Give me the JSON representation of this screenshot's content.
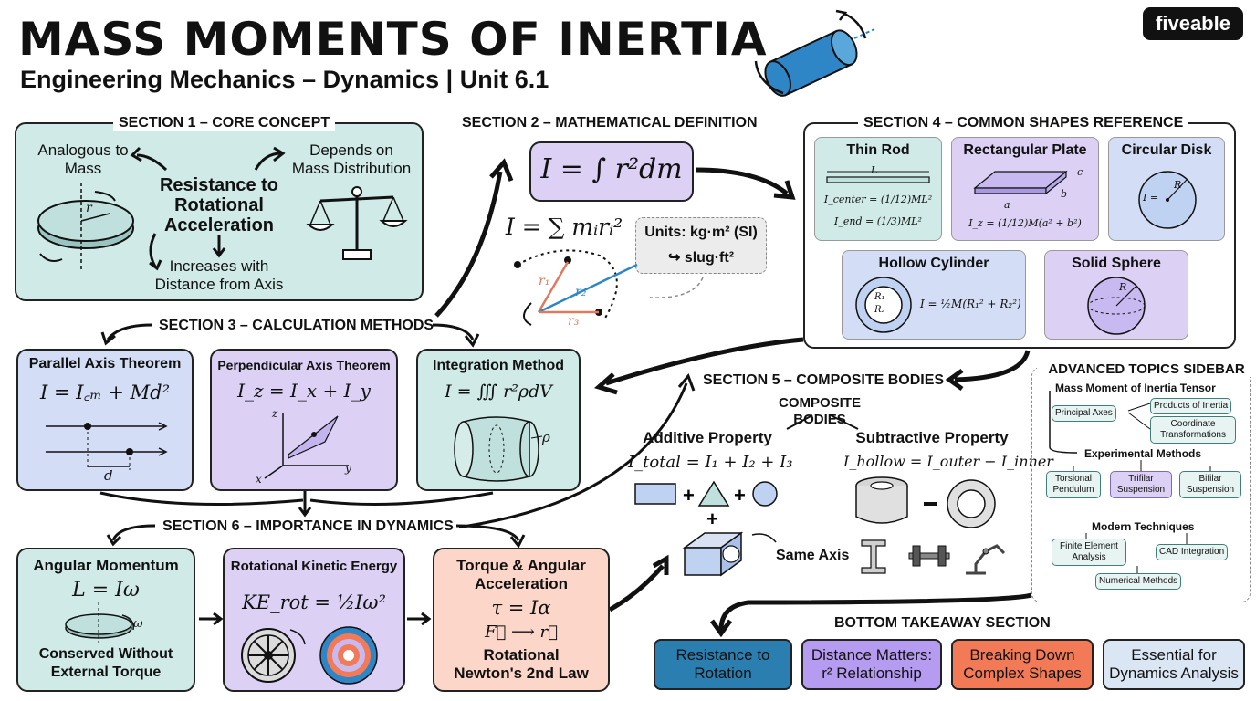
{
  "header": {
    "title": "MASS MOMENTS OF INERTIA",
    "subtitle": "Engineering Mechanics – Dynamics | Unit 6.1",
    "logo": "fiveable"
  },
  "section1": {
    "label": "SECTION 1 – CORE CONCEPT",
    "analogous_line1": "Analogous to",
    "analogous_line2": "Mass",
    "depends_line1": "Depends on",
    "depends_line2": "Mass Distribution",
    "center_line1": "Resistance to",
    "center_line2": "Rotational",
    "center_line3": "Acceleration",
    "increases_line1": "Increases with",
    "increases_line2": "Distance from Axis",
    "r_label": "r"
  },
  "section2": {
    "label": "SECTION 2 – MATHEMATICAL DEFINITION",
    "integral": "I = ∫ r²dm",
    "sum": "I = ∑ mᵢrᵢ²",
    "units_line1": "Units: kg·m² (SI)",
    "units_line2": "↪ slug·ft²",
    "r1": "r₁",
    "r2": "r₂",
    "r3": "r₃"
  },
  "section3": {
    "label": "SECTION 3 – CALCULATION METHODS",
    "parallel_title": "Parallel Axis Theorem",
    "parallel_formula": "I = I꜀ₘ + Md²",
    "parallel_d": "d",
    "perp_title": "Perpendicular Axis Theorem",
    "perp_formula": "I_z = I_x + I_y",
    "axis_x": "x",
    "axis_y": "y",
    "axis_z": "z",
    "integration_title": "Integration Method",
    "integration_formula": "I = ∭ r²ρdV",
    "rho": "ρ"
  },
  "section4": {
    "label": "SECTION 4 – COMMON SHAPES REFERENCE",
    "rod_title": "Thin Rod",
    "rod_L": "L",
    "rod_center": "I_center = (1/12)ML²",
    "rod_end": "I_end = (1/3)ML²",
    "plate_title": "Rectangular Plate",
    "plate_formula": "I_z = (1/12)M(a² + b²)",
    "plate_a": "a",
    "plate_b": "b",
    "plate_c": "c",
    "disk_title": "Circular Disk",
    "disk_formula": "I =",
    "disk_R": "R",
    "hollow_title": "Hollow Cylinder",
    "hollow_formula": "I = ½M(R₁² + R₂²)",
    "hollow_R1": "R₁",
    "hollow_R2": "R₂",
    "sphere_title": "Solid Sphere",
    "sphere_R": "R"
  },
  "section5": {
    "label": "SECTION 5 – COMPOSITE BODIES",
    "sub_line1": "COMPOSITE",
    "sub_line2": "BODIES",
    "additive_title": "Additive Property",
    "additive_formula": "I_total = I₁ + I₂ + I₃",
    "subtractive_title": "Subtractive Property",
    "subtractive_formula": "I_hollow = I_outer − I_inner",
    "same_axis": "Same Axis"
  },
  "section6": {
    "label": "SECTION 6 – IMPORTANCE IN DYNAMICS",
    "angular_title": "Angular Momentum",
    "angular_formula": "L = Iω",
    "angular_omega": "ω",
    "angular_caption_line1": "Conserved Without",
    "angular_caption_line2": "External Torque",
    "kinetic_title": "Rotational Kinetic Energy",
    "kinetic_formula": "KE_rot = ½Iω²",
    "torque_title_line1": "Torque & Angular",
    "torque_title_line2": "Acceleration",
    "torque_formula": "τ = Iα",
    "torque_vectors": "F⃗ ⟶ r⃗",
    "torque_caption_line1": "Rotational",
    "torque_caption_line2": "Newton's 2nd Law"
  },
  "sidebar": {
    "title": "ADVANCED TOPICS SIDEBAR",
    "tensor": "Mass Moment of Inertia Tensor",
    "principal_axes": "Principal Axes",
    "products": "Products of Inertia",
    "coordinate_line1": "Coordinate",
    "coordinate_line2": "Transformations",
    "experimental": "Experimental Methods",
    "torsional_line1": "Torsional",
    "torsional_line2": "Pendulum",
    "trifilar_line1": "Trifilar",
    "trifilar_line2": "Suspension",
    "bifilar_line1": "Bifilar",
    "bifilar_line2": "Suspension",
    "modern": "Modern Techniques",
    "fea_line1": "Finite Element",
    "fea_line2": "Analysis",
    "cad": "CAD Integration",
    "numerical": "Numerical Methods"
  },
  "takeaways": {
    "label": "BOTTOM TAKEAWAY SECTION",
    "t1_line1": "Resistance to",
    "t1_line2": "Rotation",
    "t2_line1": "Distance Matters:",
    "t2_line2": "r² Relationship",
    "t3_line1": "Breaking Down",
    "t3_line2": "Complex Shapes",
    "t4_line1": "Essential for",
    "t4_line2": "Dynamics Analysis"
  },
  "colors": {
    "teal": "#cfeae7",
    "blue": "#d3def6",
    "purple": "#dcd1f5",
    "salmon": "#fbd6c9",
    "takeaway_blue": "#2a7fb0",
    "takeaway_purple": "#b69cf0",
    "takeaway_orange": "#f37a57",
    "takeaway_light": "#dbe6f5"
  }
}
